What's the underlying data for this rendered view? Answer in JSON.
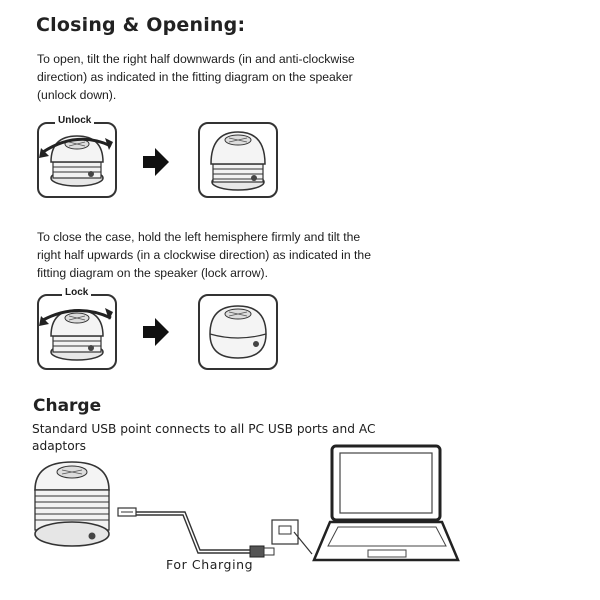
{
  "closing_opening": {
    "title": "Closing & Opening:",
    "open_text": "To open, tilt the right half downwards (in and anti-clockwise direction) as indicated in the fitting diagram on the speaker (unlock down).",
    "unlock_label": "Unlock",
    "close_text": "To close the case, hold the left hemisphere firmly and tilt the right half upwards (in a clockwise direction) as indicated in the fitting diagram on the speaker (lock arrow).",
    "lock_label": "Lock"
  },
  "charge": {
    "title": "Charge",
    "text": "Standard USB point connects to all PC USB ports and AC adaptors",
    "caption": "For Charging"
  },
  "icons": [
    "speaker-icon",
    "right-arrow-icon",
    "rotate-arrow-icon",
    "usb-cable-icon",
    "laptop-icon"
  ]
}
